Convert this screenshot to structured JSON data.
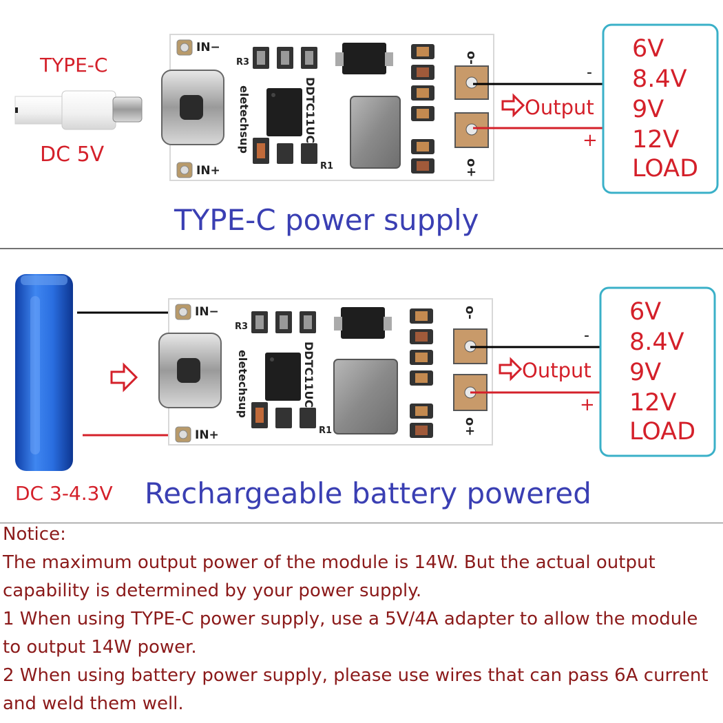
{
  "top_section": {
    "cable_label": "TYPE-C",
    "voltage_label": "DC 5V",
    "caption": "TYPE-C power supply"
  },
  "bottom_section": {
    "voltage_label": "DC 3-4.3V",
    "caption": "Rechargeable battery powered"
  },
  "board": {
    "pin_in_minus": "IN−",
    "pin_in_plus": "IN+",
    "r3": "R3",
    "r1": "R1",
    "brand": "eletechsup",
    "model": "DDTC11UC",
    "out_minus": "o-",
    "out_plus": "o+"
  },
  "output": {
    "label": "Output",
    "minus": "-",
    "plus": "+"
  },
  "load_box": {
    "lines": [
      "6V",
      "8.4V",
      "9V",
      "12V",
      "LOAD"
    ]
  },
  "notice": {
    "title": "Notice:",
    "lines": [
      "The maximum output power of the module is 14W. But the actual output",
      "capability is determined by your power supply.",
      "1 When using TYPE-C power supply, use a 5V/4A adapter to allow the module",
      "to output 14W power.",
      "2 When using battery power supply, please use wires that can pass 6A current",
      "and weld them well."
    ]
  },
  "colors": {
    "label_red": "#d4202a",
    "caption_blue": "#3a3fb3",
    "notice_text": "#8b1a1a",
    "load_box_border": "#3ab0c8",
    "battery_blue": "#1f5fd0"
  }
}
